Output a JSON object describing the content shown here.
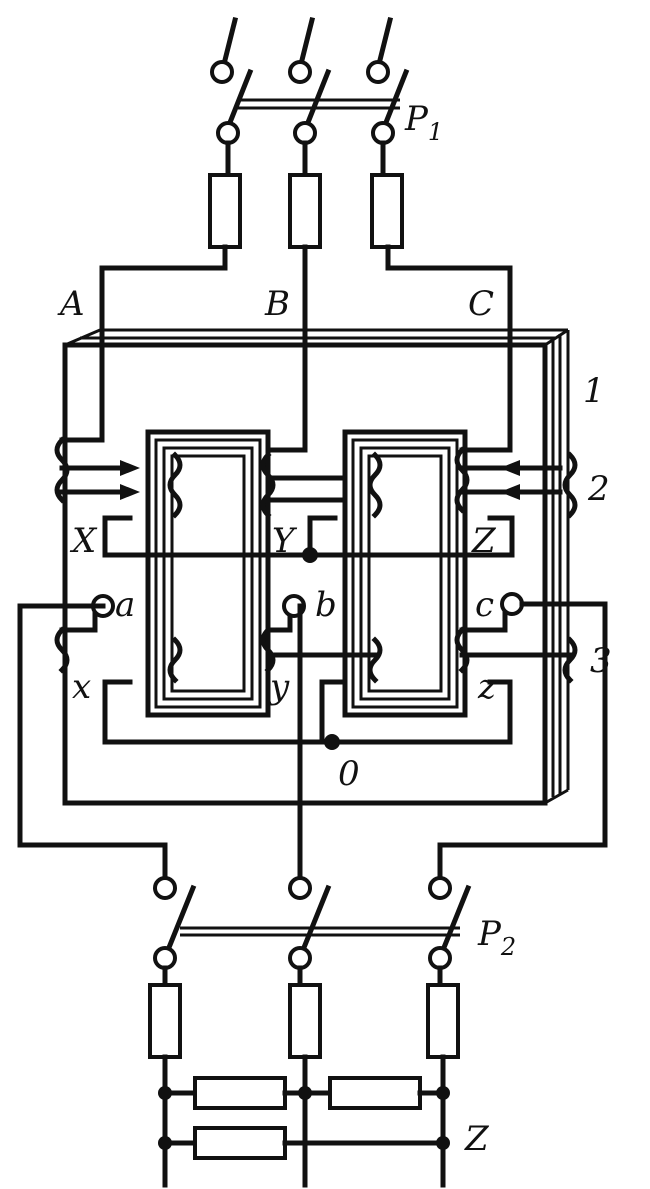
{
  "labels": {
    "switch_top": "P",
    "switch_top_sub": "1",
    "switch_bottom": "P",
    "switch_bottom_sub": "2",
    "phase_a_primary": "A",
    "phase_b_primary": "B",
    "phase_c_primary": "C",
    "end_x_primary": "X",
    "end_y_primary": "Y",
    "end_z_primary": "Z",
    "phase_a_secondary": "a",
    "phase_b_secondary": "b",
    "phase_c_secondary": "c",
    "end_x_secondary": "x",
    "end_y_secondary": "y",
    "end_z_secondary": "z",
    "neutral": "0",
    "callout_core": "1",
    "callout_primary_winding": "2",
    "callout_secondary_winding": "3",
    "load": "Z"
  }
}
